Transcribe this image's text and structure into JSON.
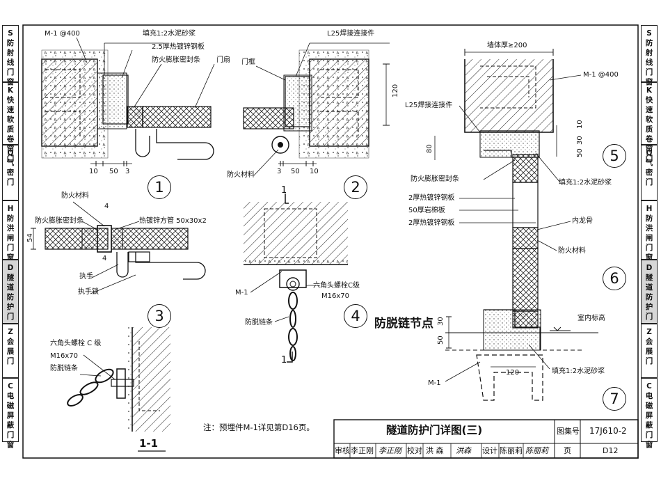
{
  "side_left": [
    {
      "code": "S",
      "name": "防射线门窗"
    },
    {
      "code": "K",
      "name": "快速软质卷帘门"
    },
    {
      "code": "Q",
      "name": "气密门"
    },
    {
      "code": "H",
      "name": "防洪闸门窗"
    },
    {
      "code": "D",
      "name": "隧道防护门",
      "active": true
    },
    {
      "code": "Z",
      "name": "会展门"
    },
    {
      "code": "C",
      "name": "电磁屏蔽门窗"
    }
  ],
  "labels": {
    "m1_400_a": "M-1 @400",
    "fill_mortar_a": "填充1:2水泥砂浆",
    "steel_plate_25": "2.5厚热镀锌钢板",
    "fire_seal_a": "防火膨胀密封条",
    "door_leaf": "门扇",
    "l25_conn_a": "L25焊接连接件",
    "door_frame": "门框",
    "dim_120_a": "120",
    "dim_10_a": "10",
    "dim_50_a": "50",
    "dim_3_a": "3",
    "fire_mat_a": "防火材料",
    "dim_3_b": "3",
    "dim_50_b": "50",
    "dim_10_b": "10",
    "fire_mat_b": "防火材料",
    "dim_4_a": "4",
    "fire_seal_b": "防火膨胀密封条",
    "hot_tube": "热镀锌方管 50x30x2",
    "dim_54": "54",
    "dim_4_b": "4",
    "handle": "执手",
    "handle_lock": "执手锁",
    "sec_mark_top": "1",
    "sec_mark_bottom": "1",
    "m1_b": "M-1",
    "hex_bolt_a": "六角头螺栓C级",
    "m16_a": "M16x70",
    "anti_chain_a": "防脱链条",
    "anti_chain_node": "防脱链节点",
    "hex_bolt_b": "六角头螺栓 C 级",
    "m16_b": "M16x70",
    "anti_chain_b": "防脱链条",
    "sec_11": "1-1",
    "wall_thk": "墙体厚≥200",
    "m1_400_b": "M-1 @400",
    "l25_conn_b": "L25焊接连接件",
    "dim_10_c": "10",
    "dim_30_a": "30",
    "dim_50_c": "50",
    "dim_80": "80",
    "fire_seal_c": "防火膨胀密封条",
    "fill_mortar_b": "填充1:2水泥砂浆",
    "layer1": "2厚热镀锌钢板",
    "layer2": "50厚岩棉板",
    "layer3": "2厚热镀锌钢板",
    "inner_keel": "内龙骨",
    "fire_mat_c": "防火材料",
    "dim_30_b": "30",
    "dim_50_d": "50",
    "indoor_level": "室内标高",
    "m1_c": "M-1",
    "dim_120_b": "120",
    "fill_mortar_c": "填充1:2水泥砂浆"
  },
  "detail_numbers": [
    "1",
    "2",
    "3",
    "4",
    "5",
    "6",
    "7"
  ],
  "note": "注：预埋件M-1详见第D16页。",
  "title_block": {
    "title": "隧道防护门详图(三)",
    "atlas_label": "图集号",
    "atlas_no": "17J610-2",
    "review_label": "审核",
    "reviewer": "李正刚",
    "reviewer_sig": "李正刚",
    "check_label": "校对",
    "checker": "洪 森",
    "checker_sig": "洪森",
    "design_label": "设计",
    "designer": "陈丽莉",
    "designer_sig": "陈丽莉",
    "page_label": "页",
    "page_no": "D12"
  }
}
